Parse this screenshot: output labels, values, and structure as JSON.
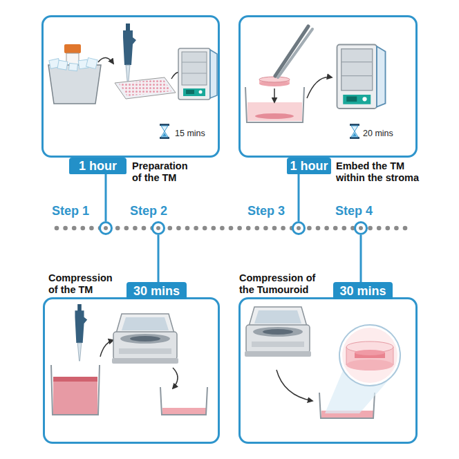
{
  "diagram": {
    "nodes": [
      {
        "text": [
          "Preparation of the TM",
          "15 mins"
        ]
      },
      {
        "text": [
          "1 hour"
        ]
      },
      {
        "text": [
          "Embed the TM within the stroma",
          "20 mins"
        ]
      },
      {
        "text": [
          "1 hour"
        ]
      },
      {
        "text": [
          "Step 1"
        ]
      },
      {
        "text": [
          "Step 2"
        ]
      },
      {
        "text": [
          "Step 3"
        ]
      },
      {
        "text": [
          "Step 4"
        ]
      },
      {
        "text": [
          "Compression of the TM"
        ]
      },
      {
        "text": [
          "30 mins"
        ]
      },
      {
        "text": [
          "Compression of the Tumouroid"
        ]
      },
      {
        "text": [
          "30 mins"
        ]
      }
    ],
    "edges": [
      {
        "from": 4,
        "to": 1,
        "arrow": "none"
      },
      {
        "from": 5,
        "to": 9,
        "arrow": "none"
      },
      {
        "from": 6,
        "to": 3,
        "arrow": "none"
      },
      {
        "from": 7,
        "to": 11,
        "arrow": "none"
      }
    ]
  }
}
